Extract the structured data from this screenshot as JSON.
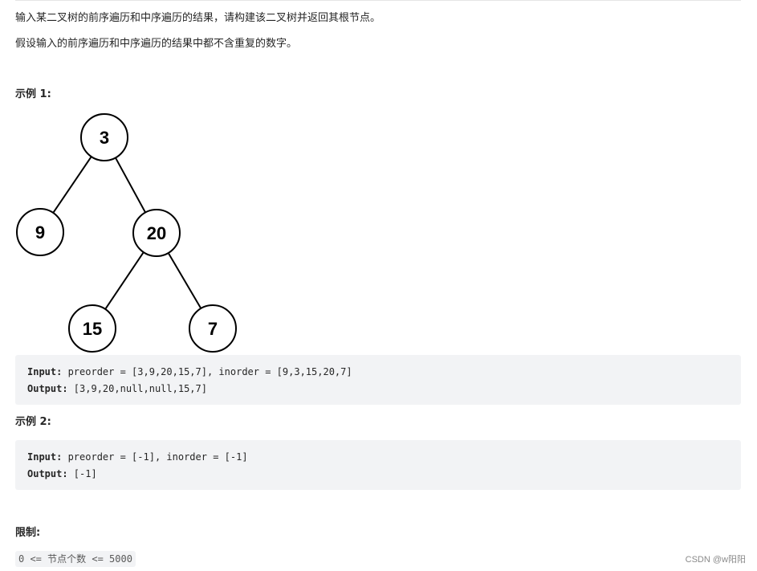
{
  "problem": {
    "line1": "输入某二叉树的前序遍历和中序遍历的结果，请构建该二叉树并返回其根节点。",
    "line2": "假设输入的前序遍历和中序遍历的结果中都不含重复的数字。"
  },
  "example1": {
    "heading": "示例 1:",
    "tree": {
      "nodes": [
        {
          "id": "n3",
          "label": "3"
        },
        {
          "id": "n9",
          "label": "9"
        },
        {
          "id": "n20",
          "label": "20"
        },
        {
          "id": "n15",
          "label": "15"
        },
        {
          "id": "n7",
          "label": "7"
        }
      ],
      "edges": [
        [
          "n3",
          "n9"
        ],
        [
          "n3",
          "n20"
        ],
        [
          "n20",
          "n15"
        ],
        [
          "n20",
          "n7"
        ]
      ]
    },
    "input_label": "Input:",
    "input_text": " preorder = [3,9,20,15,7], inorder = [9,3,15,20,7]",
    "output_label": "Output:",
    "output_text": " [3,9,20,null,null,15,7]"
  },
  "example2": {
    "heading": "示例 2:",
    "input_label": "Input:",
    "input_text": " preorder = [-1], inorder = [-1]",
    "output_label": "Output:",
    "output_text": " [-1]"
  },
  "constraints": {
    "heading": "限制:",
    "code": "0 <= 节点个数 <= 5000"
  },
  "watermark": "CSDN @w阳阳"
}
